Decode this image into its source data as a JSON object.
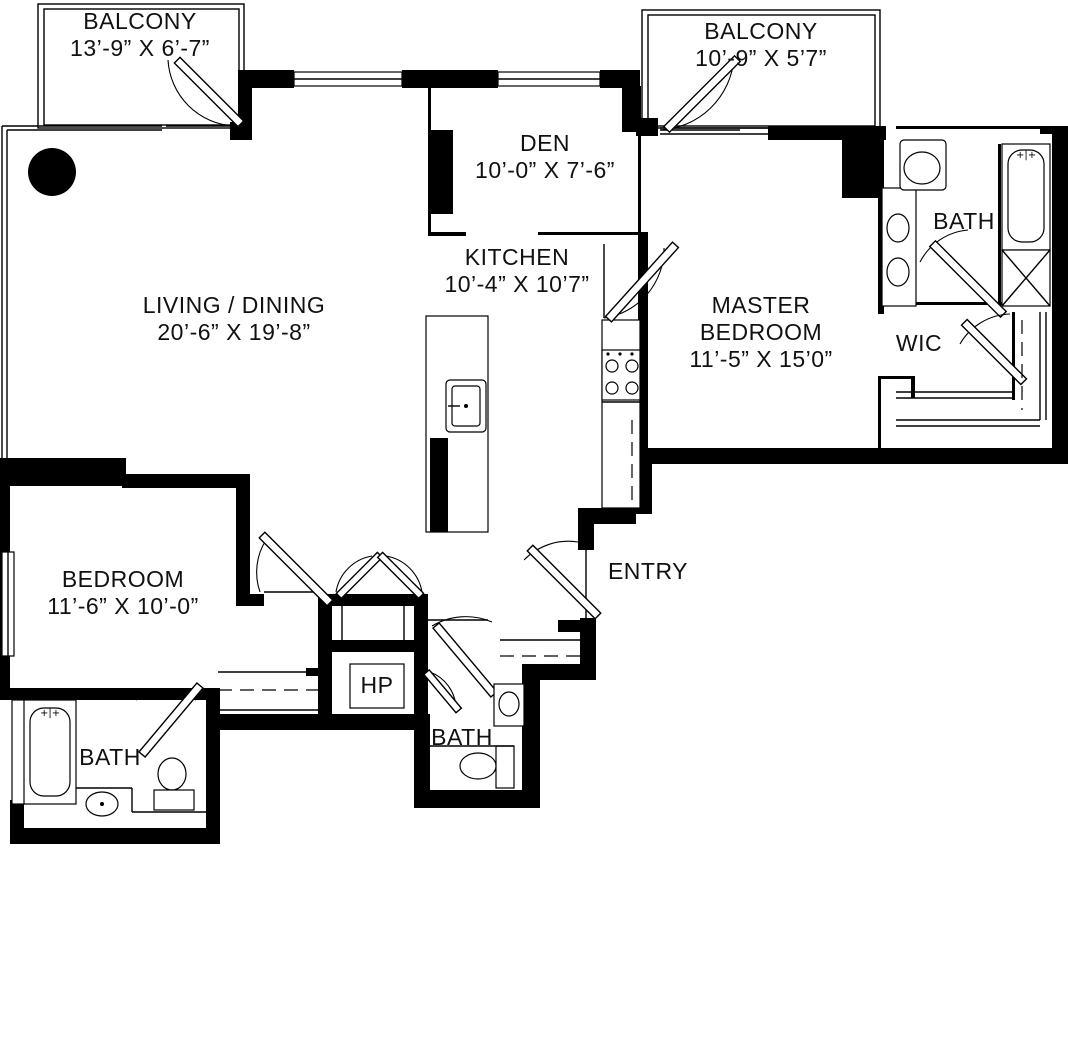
{
  "rooms": {
    "balcony_left": {
      "name": "BALCONY",
      "size": "13’-9” X 6’-7”"
    },
    "balcony_right": {
      "name": "BALCONY",
      "size": "10’-9” X 5’7”"
    },
    "den": {
      "name": "DEN",
      "size": "10’-0” X 7’-6”"
    },
    "kitchen": {
      "name": "KITCHEN",
      "size": "10’-4” X 10’7”"
    },
    "living": {
      "name": "LIVING / DINING",
      "size": "20’-6” X 19’-8”"
    },
    "master": {
      "name_line1": "MASTER",
      "name_line2": "BEDROOM",
      "size": "11’-5” X 15’0”"
    },
    "master_bath": {
      "name": "BATH"
    },
    "wic": {
      "name": "WIC"
    },
    "bedroom": {
      "name": "BEDROOM",
      "size": "11’-6” X 10’-0”"
    },
    "bath_left": {
      "name": "BATH"
    },
    "bath_center": {
      "name": "BATH"
    },
    "hp": {
      "name": "HP"
    },
    "entry": {
      "name": "ENTRY"
    }
  },
  "colors": {
    "wall": "#000000",
    "background": "#ffffff"
  }
}
